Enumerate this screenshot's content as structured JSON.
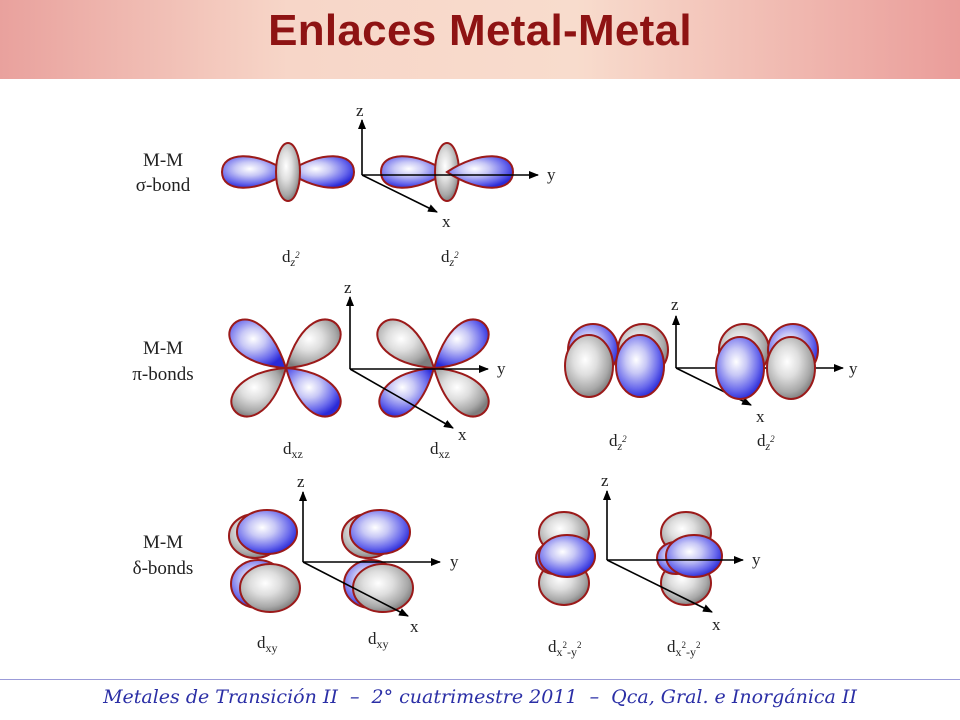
{
  "title": "Enlaces Metal-Metal",
  "footer": "Metales de Transición II  –  2° cuatrimestre 2011  –  Qca, Gral. e Inorgánica II",
  "colors": {
    "title": "#8e1313",
    "footer_text": "#2b2fa6",
    "lobe_blue": "#4545e6",
    "lobe_gray": "#9a9a9a",
    "lobe_outline": "#9b1a1a"
  },
  "rows": [
    {
      "label_line1": "M-M",
      "label_line2": "σ-bond"
    },
    {
      "label_line1": "M-M",
      "label_line2": "π-bonds"
    },
    {
      "label_line1": "M-M",
      "label_line2": "δ-bonds"
    }
  ],
  "axes": {
    "z": "z",
    "y": "y",
    "x": "x"
  },
  "orbital_labels": {
    "dz2_base": "d",
    "dz2_sub": "z",
    "dz2_sup": "2",
    "dxz_base": "d",
    "dxz_sub": "xz",
    "dxy_base": "d",
    "dxy_sub": "xy",
    "dx2y2_base": "d",
    "dx2y2_sub1": "x",
    "dx2y2_sup1": "2",
    "dx2y2_sub2": "-y",
    "dx2y2_sup2": "2"
  }
}
